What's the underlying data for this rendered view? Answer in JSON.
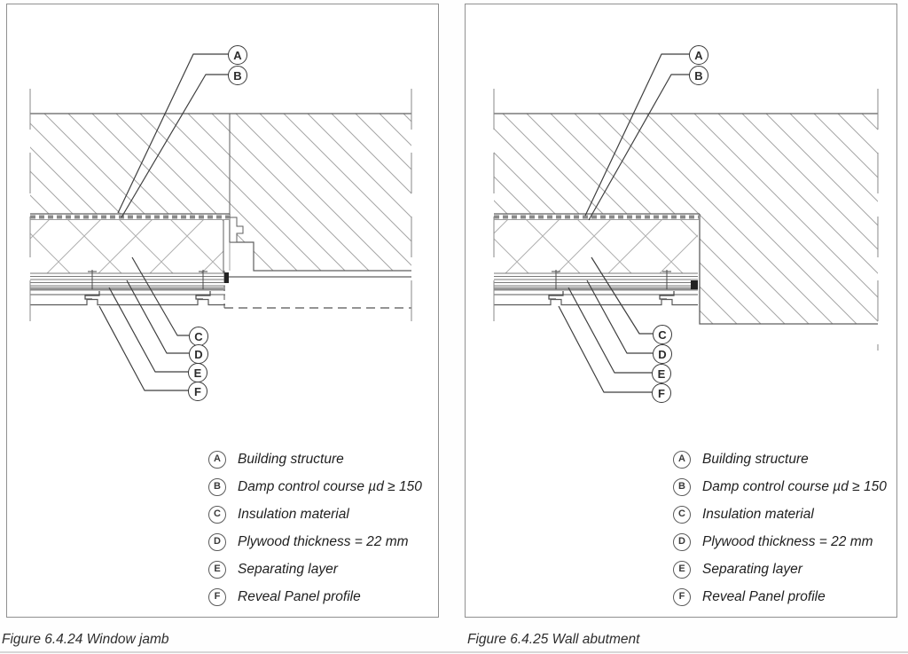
{
  "panels": [
    {
      "name": "window-jamb",
      "caption": "Figure 6.4.24 Window jamb",
      "legend": [
        {
          "key": "A",
          "label": "Building structure"
        },
        {
          "key": "B",
          "label": "Damp control course µd ≥ 150"
        },
        {
          "key": "C",
          "label": "Insulation material"
        },
        {
          "key": "D",
          "label": "Plywood thickness = 22 mm"
        },
        {
          "key": "E",
          "label": "Separating layer"
        },
        {
          "key": "F",
          "label": "Reveal Panel profile"
        }
      ]
    },
    {
      "name": "wall-abutment",
      "caption": "Figure 6.4.25 Wall abutment",
      "legend": [
        {
          "key": "A",
          "label": "Building structure"
        },
        {
          "key": "B",
          "label": "Damp control course µd ≥ 150"
        },
        {
          "key": "C",
          "label": "Insulation material"
        },
        {
          "key": "D",
          "label": "Plywood thickness = 22 mm"
        },
        {
          "key": "E",
          "label": "Separating layer"
        },
        {
          "key": "F",
          "label": "Reveal Panel profile"
        }
      ]
    }
  ],
  "colors": {
    "outline": "#5f5f5f",
    "leader": "#3f3f3f",
    "hatch": "#a5a5a5",
    "cross_hatch": "#b0b0b0",
    "panel_border": "#909090",
    "separating_layer": "#9b9b9b"
  }
}
